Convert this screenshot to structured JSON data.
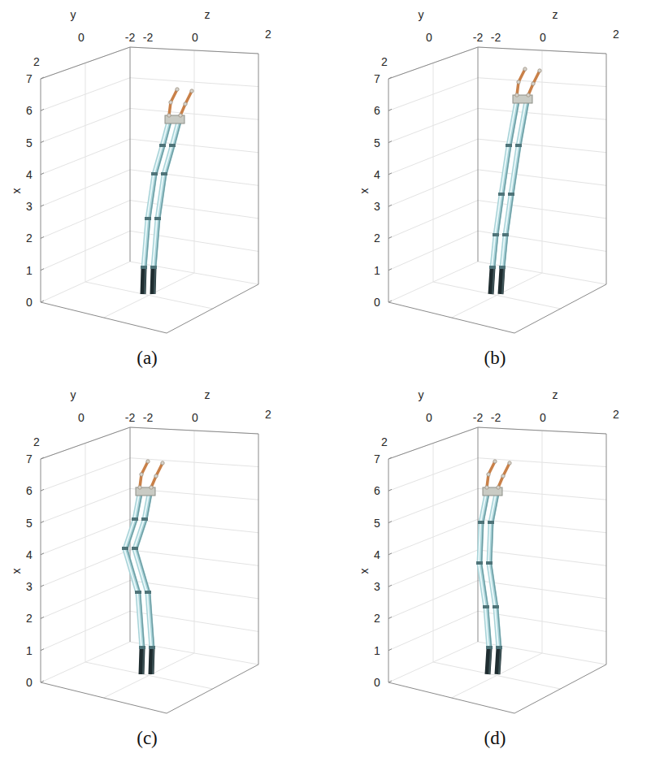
{
  "diagram": {
    "labels": [
      "y",
      "2",
      "0",
      "-2",
      "-2",
      "z",
      "0",
      "2",
      "7",
      "6",
      "5",
      "4",
      "3",
      "2",
      "1",
      "0",
      "x",
      "(a)",
      "y",
      "2",
      "0",
      "-2",
      "-2",
      "z",
      "0",
      "2",
      "7",
      "6",
      "5",
      "4",
      "3",
      "2",
      "1",
      "0",
      "x",
      "(b)",
      "y",
      "2",
      "0",
      "-2",
      "-2",
      "z",
      "0",
      "2",
      "7",
      "6",
      "5",
      "4",
      "3",
      "2",
      "1",
      "0",
      "x",
      "(c)",
      "y",
      "2",
      "0",
      "-2",
      "-2",
      "z",
      "0",
      "2",
      "7",
      "6",
      "5",
      "4",
      "3",
      "2",
      "1",
      "0",
      "x",
      "(d)"
    ]
  }
}
